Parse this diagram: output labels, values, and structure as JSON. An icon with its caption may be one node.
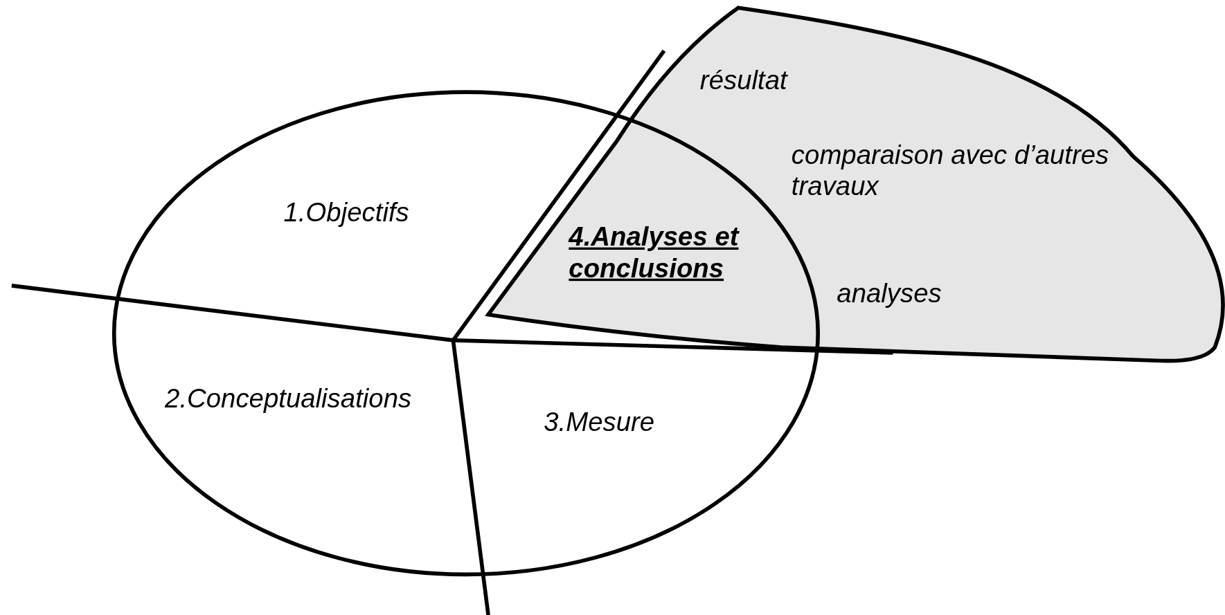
{
  "diagram": {
    "nodes": [
      {
        "text": [
          "1.Objectifs",
          "2.Conceptualisations",
          "3.Mesure"
        ]
      },
      {
        "text": [
          "4.Analyses et conclusions",
          "résultat",
          "comparaison avec d’autres travaux",
          "analyses"
        ]
      }
    ],
    "edges": []
  }
}
